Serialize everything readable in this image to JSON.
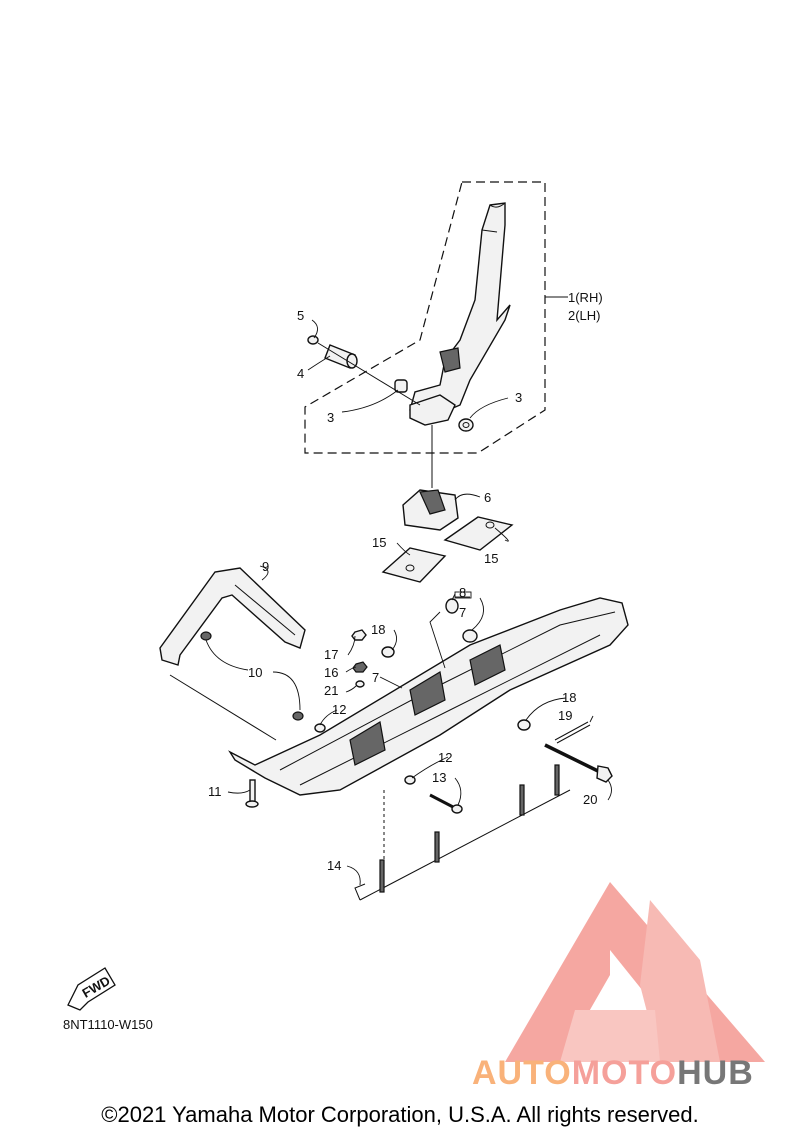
{
  "diagram": {
    "drawing_code": "8NT1110-W150",
    "fwd_label": "FWD",
    "callouts": {
      "c1": "1(RH)",
      "c2": "2(LH)",
      "c3a": "3",
      "c3b": "3",
      "c4": "4",
      "c5": "5",
      "c6": "6",
      "c7a": "7",
      "c7b": "7",
      "c8": "8",
      "c9": "9",
      "c10": "10",
      "c11": "11",
      "c12a": "12",
      "c12b": "12",
      "c13": "13",
      "c14": "14",
      "c15a": "15",
      "c15b": "15",
      "c16": "16",
      "c17": "17",
      "c18a": "18",
      "c18b": "18",
      "c19": "19",
      "c20": "20",
      "c21": "21"
    }
  },
  "watermark": {
    "brand_part1": "AUTO",
    "brand_part2": "MOTO",
    "brand_part3": "HUB",
    "logo_color": "#f28a82"
  },
  "footer": {
    "copyright": "©2021 Yamaha Motor Corporation, U.S.A. All rights reserved."
  }
}
